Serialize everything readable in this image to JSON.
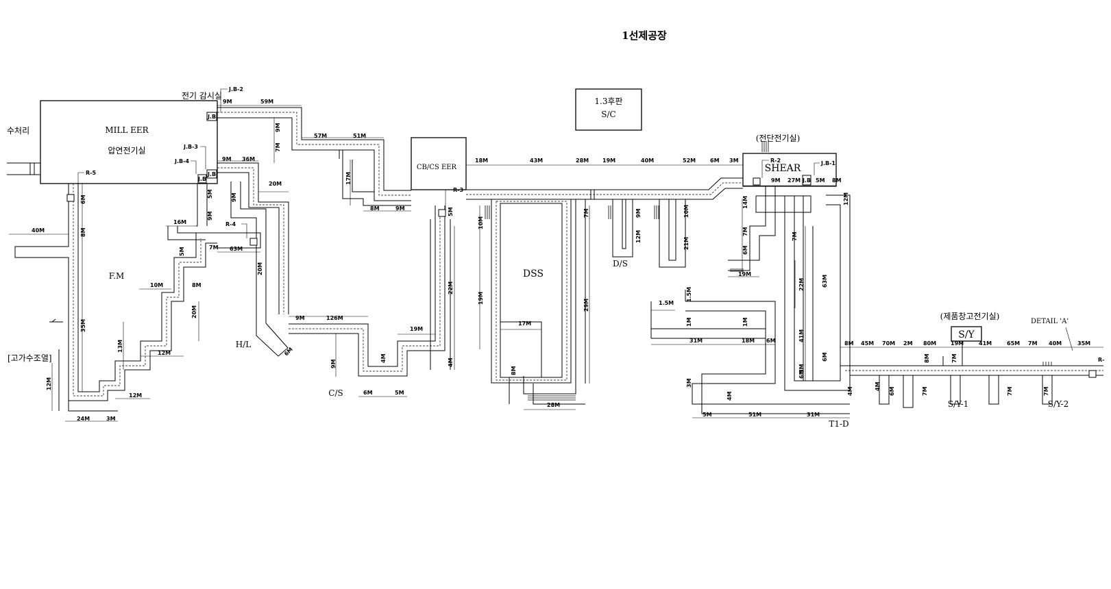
{
  "title": "1선제공장",
  "rooms": {
    "mill_eer": "MILL EER",
    "mill_eer_kr": "압연전기실",
    "sc_1": "1.3후판",
    "sc_2": "S/C",
    "cbcs": "CB/CS EER",
    "shear": "SHEAR",
    "shear_kr": "(전단전기실)",
    "sy": "S/Y",
    "sy_kr": "(제품창고전기실)"
  },
  "labels": {
    "water": "수처리",
    "monitor": "전기 감시실",
    "highpress": "[고가수조열]",
    "fm": "F.M",
    "hl": "H/L",
    "cs": "C/S",
    "dss": "DSS",
    "ds": "D/S",
    "t1d": "T1-D",
    "sy1": "S/Y-1",
    "sy2": "S/Y-2",
    "detail": "DETAIL 'A'",
    "jb": "J.B",
    "jb1": "J.B-1",
    "jb2": "J.B-2",
    "jb3": "J.B-3",
    "jb4": "J.B-4",
    "r2": "R-2",
    "r3": "R-3",
    "r4": "R-4",
    "r5": "R-5",
    "rend": "R-"
  },
  "dims": [
    "9M",
    "59M",
    "9M",
    "7M",
    "57M",
    "51M",
    "9M",
    "36M",
    "20M",
    "17M",
    "8M",
    "9M",
    "18M",
    "43M",
    "28M",
    "19M",
    "40M",
    "52M",
    "6M",
    "3M",
    "9M",
    "27M",
    "5M",
    "8M",
    "12M",
    "14M",
    "7M",
    "6M",
    "19M",
    "6M",
    "8M",
    "40M",
    "16M",
    "9M",
    "5M",
    "7M",
    "63M",
    "9M",
    "5M",
    "20M",
    "10M",
    "8M",
    "20M",
    "13M",
    "12M",
    "12M",
    "35M",
    "12M",
    "24M",
    "3M",
    "6M",
    "9M",
    "126M",
    "19M",
    "4M",
    "9M",
    "6M",
    "5M",
    "5M",
    "10M",
    "22M",
    "4M",
    "19M",
    "17M",
    "8M",
    "28M",
    "29M",
    "7M",
    "9M",
    "12M",
    "10M",
    "21M",
    "7M",
    "1.5M",
    "1.5M",
    "1M",
    "31M",
    "1M",
    "18M",
    "6M",
    "22M",
    "41M",
    "6M",
    "5M",
    "3M",
    "4M",
    "5M",
    "51M",
    "31M",
    "6M",
    "63M",
    "4M",
    "8M",
    "45M",
    "70M",
    "2M",
    "80M",
    "19M",
    "41M",
    "65M",
    "7M",
    "40M",
    "35M",
    "4M",
    "6M",
    "7M",
    "8M",
    "7M",
    "7M",
    "7M"
  ]
}
